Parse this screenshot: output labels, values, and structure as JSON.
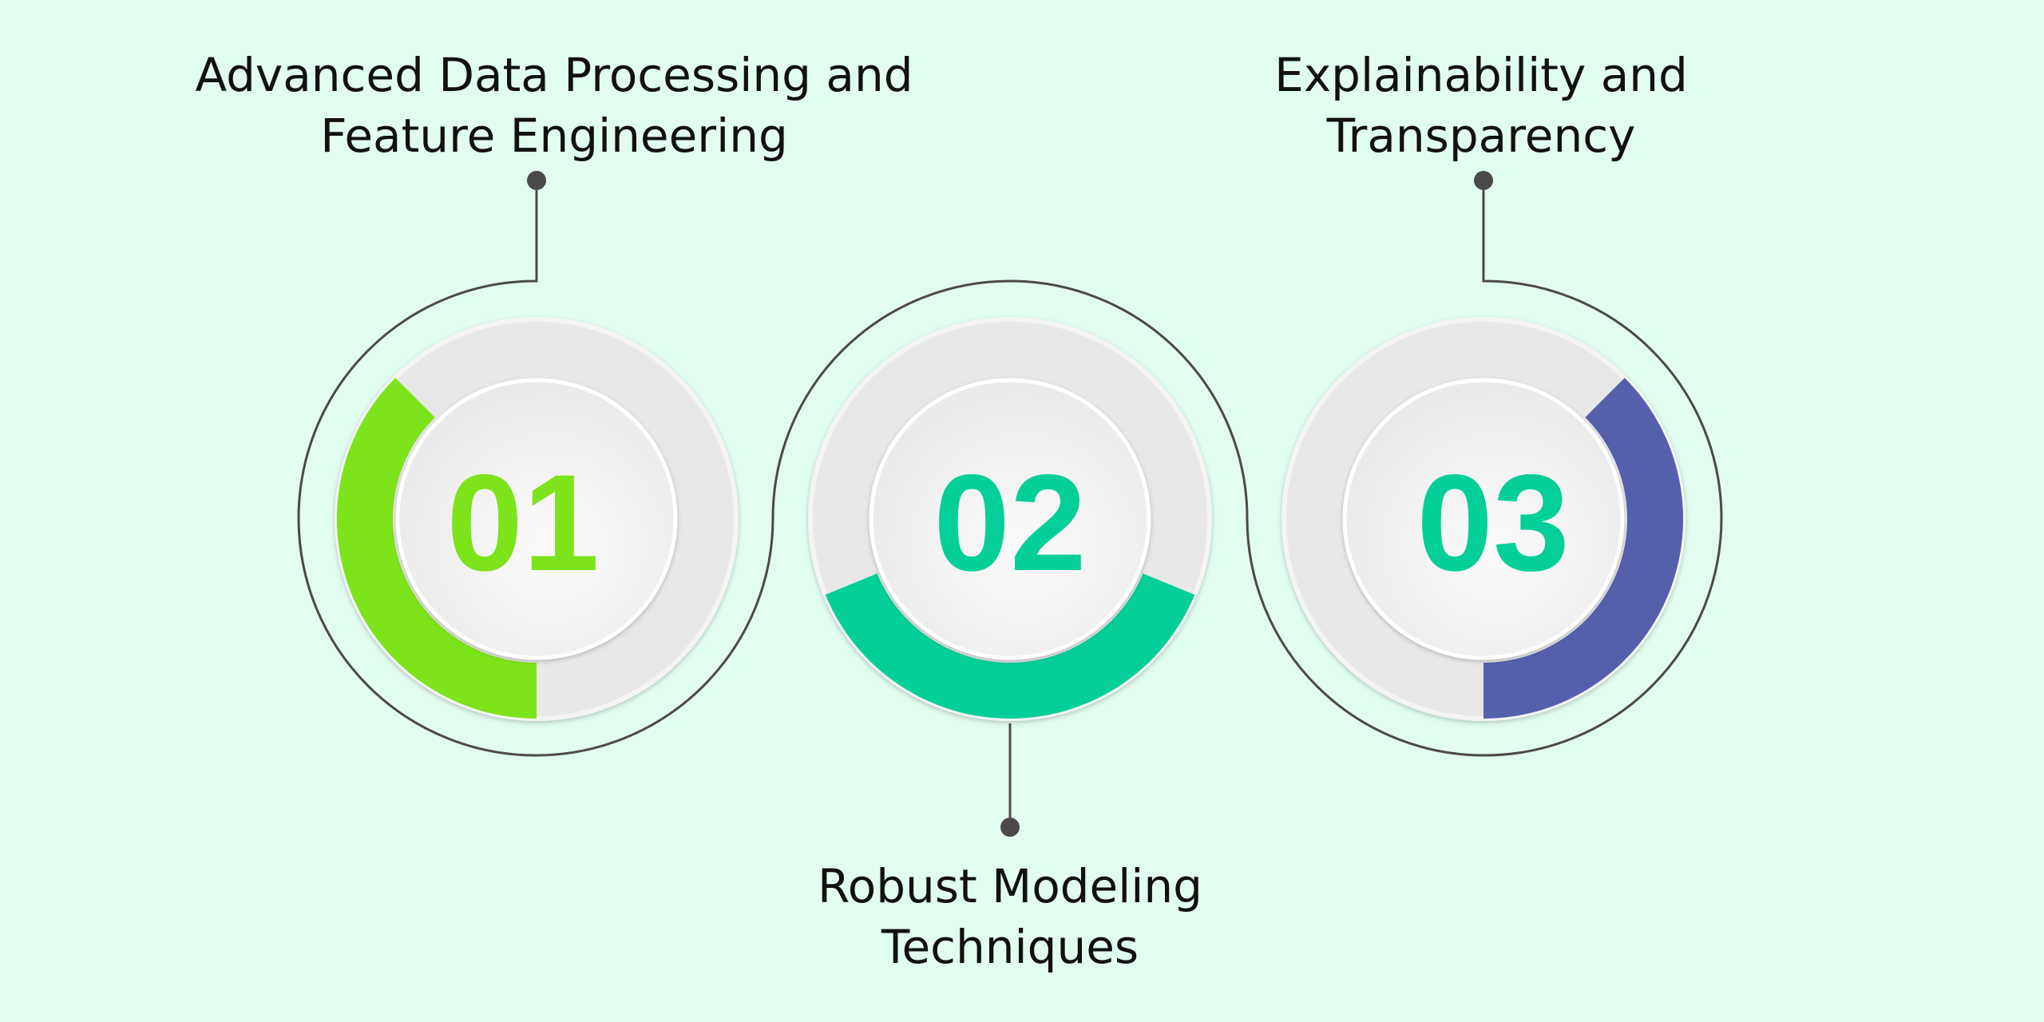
{
  "steps": [
    {
      "number": "01",
      "title_line1": "Advanced Data Processing and",
      "title_line2": "Feature Engineering",
      "color": "#7de31a",
      "number_color": "#7de31a"
    },
    {
      "number": "02",
      "title_line1": "Robust Modeling",
      "title_line2": "Techniques",
      "color": "#05cf98",
      "number_color": "#05cf98"
    },
    {
      "number": "03",
      "title_line1": "Explainability and",
      "title_line2": "Transparency",
      "color": "#5560ad",
      "number_color": "#05cf98"
    }
  ],
  "connector_color": "#4a4a4a",
  "ring_track_color": "#e8e8e8"
}
